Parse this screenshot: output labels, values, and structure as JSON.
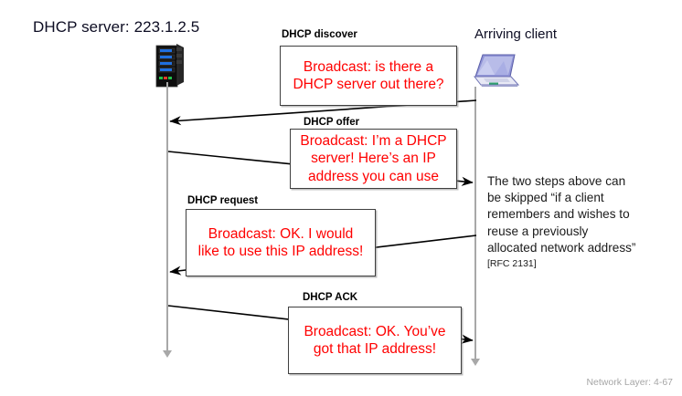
{
  "slide": {
    "server_title": "DHCP server: 223.1.2.5",
    "client_title": "Arriving client",
    "footer": "Network Layer: 4-67"
  },
  "colors": {
    "message_text": "#ff0000",
    "box_border": "#3f3f3f",
    "lifeline": "#a8a8a8",
    "arrow": "#000000",
    "footer_text": "#a6a6a6",
    "heading_text": "#0d0d23"
  },
  "messages": [
    {
      "label": "DHCP discover",
      "line1": "Broadcast: is there a",
      "line2": "DHCP server out there?",
      "line3": ""
    },
    {
      "label": "DHCP offer",
      "line1": "Broadcast: I’m a DHCP",
      "line2": "server! Here’s an IP",
      "line3": "address you can use"
    },
    {
      "label": "DHCP request",
      "line1": "Broadcast: OK.  I would",
      "line2": "like to use this IP address!",
      "line3": ""
    },
    {
      "label": "DHCP ACK",
      "line1": "Broadcast: OK.  You’ve",
      "line2": "got that IP address!",
      "line3": ""
    }
  ],
  "note": {
    "line1": "The two steps above can",
    "line2": "be skipped “if a client",
    "line3": "remembers and wishes to",
    "line4": "reuse a previously",
    "line5": "allocated network address”",
    "citation": "[RFC 2131]"
  },
  "icons": {
    "server": "server-tower-icon",
    "client": "laptop-icon"
  }
}
